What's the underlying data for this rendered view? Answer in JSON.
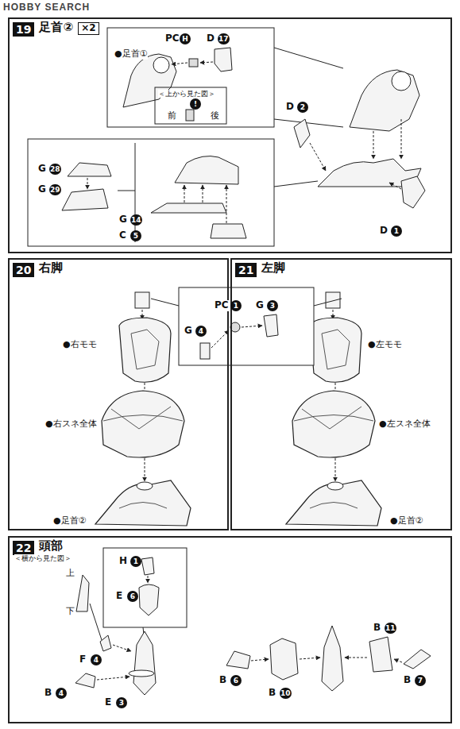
{
  "diagram": {
    "nodes": [
      {
        "text": [
          "19",
          "足首②",
          "×2"
        ]
      },
      {
        "text": [
          "20",
          "右脚"
        ]
      },
      {
        "text": [
          "21",
          "左脚"
        ]
      },
      {
        "text": [
          "22",
          "頭部"
        ]
      }
    ],
    "labels": [
      "HOBBY SEARCH",
      "●足首①",
      "PC",
      "H",
      "D",
      "17",
      "＜上から見た図＞",
      "!",
      "前",
      "後",
      "D",
      "2",
      "D",
      "1",
      "G",
      "28",
      "G",
      "29",
      "G",
      "14",
      "C",
      "5",
      "PC",
      "1",
      "G",
      "4",
      "G",
      "3",
      "●右モモ",
      "●右スネ全体",
      "●足首②",
      "●左モモ",
      "●左スネ全体",
      "●足首②",
      "＜横から見た図＞",
      "上",
      "下",
      "H",
      "1",
      "E",
      "6",
      "F",
      "4",
      "B",
      "4",
      "E",
      "3",
      "B",
      "6",
      "B",
      "10",
      "B",
      "11",
      "B",
      "7"
    ]
  }
}
